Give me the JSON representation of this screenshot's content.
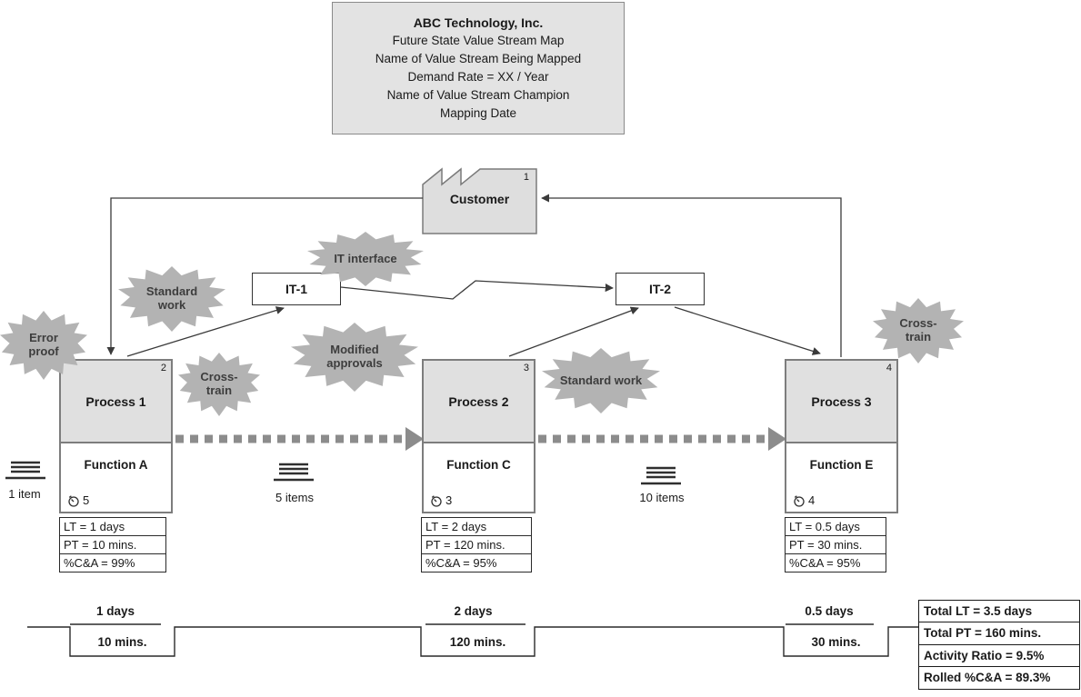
{
  "title": {
    "lines": [
      "ABC Technology, Inc.",
      "Future State Value Stream Map",
      "Name of Value Stream Being Mapped",
      "Demand Rate = XX / Year",
      "Name of Value Stream Champion",
      "Mapping Date"
    ]
  },
  "customer": {
    "label": "Customer",
    "number": "1"
  },
  "it_boxes": [
    {
      "label": "IT-1"
    },
    {
      "label": "IT-2"
    }
  ],
  "bursts": [
    {
      "label": "Error proof"
    },
    {
      "label": "Standard work"
    },
    {
      "label": "IT interface"
    },
    {
      "label": "Cross-train"
    },
    {
      "label": "Modified approvals"
    },
    {
      "label": "Standard work"
    },
    {
      "label": "Cross-train"
    }
  ],
  "processes": [
    {
      "name": "Process 1",
      "number": "2",
      "function": "Function A",
      "staff_count": "5",
      "metrics": [
        "LT = 1 days",
        "PT = 10 mins.",
        "%C&A = 99%"
      ]
    },
    {
      "name": "Process 2",
      "number": "3",
      "function": "Function C",
      "staff_count": "3",
      "metrics": [
        "LT = 2 days",
        "PT = 120 mins.",
        "%C&A = 95%"
      ]
    },
    {
      "name": "Process 3",
      "number": "4",
      "function": "Function E",
      "staff_count": "4",
      "metrics": [
        "LT = 0.5 days",
        "PT = 30 mins.",
        "%C&A = 95%"
      ]
    }
  ],
  "inventory": [
    {
      "label": "1 item"
    },
    {
      "label": "5 items"
    },
    {
      "label": "10 items"
    }
  ],
  "timeline": {
    "segments": [
      {
        "lead": "1 days",
        "process_time": "10 mins."
      },
      {
        "lead": "2 days",
        "process_time": "120 mins."
      },
      {
        "lead": "0.5 days",
        "process_time": "30 mins."
      }
    ]
  },
  "summary": {
    "rows": [
      "Total LT = 3.5 days",
      "Total PT = 160 mins.",
      "Activity Ratio = 9.5%",
      "Rolled %C&A = 89.3%"
    ]
  },
  "colors": {
    "box_fill": "#e0e0e0",
    "burst_fill": "#b3b3b3",
    "push_arrow": "#8c8c8c",
    "line": "#3a3a3a"
  }
}
